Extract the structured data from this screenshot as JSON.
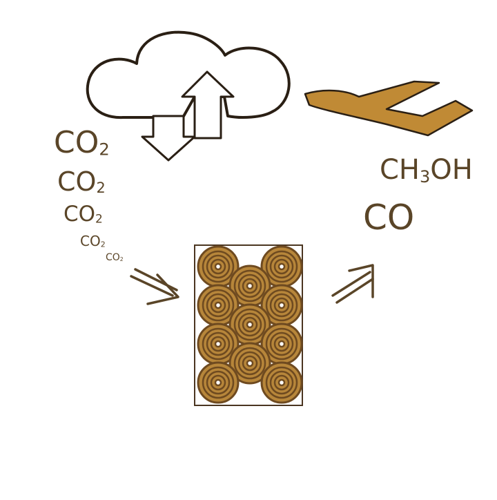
{
  "colors": {
    "ink": "#2a1f14",
    "text_brown": "#5a4528",
    "wood": "#b7863a",
    "wood_dark": "#6e4a20",
    "plane": "#c08a35"
  },
  "left_labels": [
    {
      "main": "CO",
      "sub": "2"
    },
    {
      "main": "CO",
      "sub": "2"
    },
    {
      "main": "CO",
      "sub": "2"
    },
    {
      "main": "CO",
      "sub": "2"
    },
    {
      "main": "CO",
      "sub": "2"
    }
  ],
  "right_labels": {
    "methanol": {
      "pre": "CH",
      "sub": "3",
      "post": "OH"
    },
    "co": "CO"
  },
  "icons": {
    "cloud": "cloud-icon",
    "exchange_arrows": "up-down-arrows-icon",
    "airplane": "airplane-icon",
    "log_stack": "log-stack-icon",
    "arrow_in": "double-arrow-right-icon",
    "arrow_out": "double-arrow-up-right-icon"
  }
}
